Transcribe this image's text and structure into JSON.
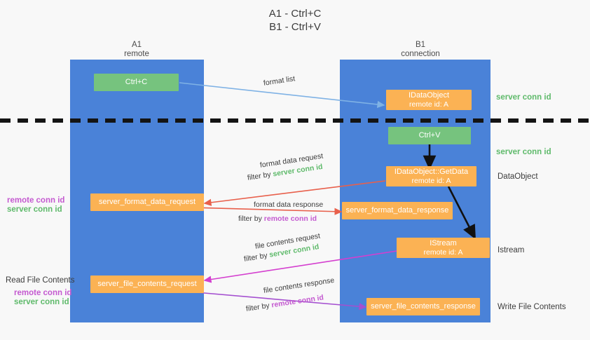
{
  "title": {
    "line1": "A1 - Ctrl+C",
    "line2": "B1 - Ctrl+V"
  },
  "columns": [
    {
      "name": "A1",
      "sub": "remote"
    },
    {
      "name": "B1",
      "sub": "connection"
    }
  ],
  "colors": {
    "lane": "#4a82d8",
    "green_node": "#76c37e",
    "orange_node": "#fbb254",
    "server_conn": "#5fba6b",
    "remote_conn": "#c45ad0",
    "arrow_blue": "#7fb2e5",
    "arrow_red": "#e8604c",
    "arrow_magenta": "#d43fcf",
    "arrow_purple": "#a44fd0",
    "arrow_black": "#111111",
    "divider": "#141414"
  },
  "nodes": {
    "ctrl_c": {
      "label": "Ctrl+C"
    },
    "ctrl_v": {
      "label": "Ctrl+V"
    },
    "idataobject": {
      "line1": "IDataObject",
      "line2": "remote id: A"
    },
    "getdata": {
      "line1": "IDataObject::GetData",
      "line2": "remote id: A"
    },
    "istream": {
      "line1": "IStream",
      "line2": "remote id: A"
    },
    "format_data_request": {
      "label": "server_format_data_request"
    },
    "format_data_response": {
      "label": "server_format_data_response"
    },
    "file_contents_request": {
      "label": "server_file_contents_request"
    },
    "file_contents_response": {
      "label": "server_file_contents_response"
    }
  },
  "right_labels": {
    "server_conn_top": "server conn id",
    "server_conn_mid": "server conn id",
    "dataobject": "DataObject",
    "istream": "Istream",
    "write_file_contents": "Write File Contents"
  },
  "left_labels": {
    "remote_conn_1": "remote conn id",
    "server_conn_1": "server conn id",
    "read_file_contents": "Read File Contents",
    "remote_conn_2": "remote conn id",
    "server_conn_2": "server conn id"
  },
  "edges": {
    "format_list": "format list",
    "format_data_request": "format data request",
    "format_data_request_filter_prefix": "filter by",
    "format_data_request_filter_value": "server conn id",
    "format_data_response": "format data response",
    "format_data_response_filter_prefix": "filter by",
    "format_data_response_filter_value": "remote conn id",
    "file_contents_request": "file contents request",
    "file_contents_request_filter_prefix": "filter by",
    "file_contents_request_filter_value": "server conn id",
    "file_contents_response": "file contents response",
    "file_contents_response_filter_prefix": "filter by",
    "file_contents_response_filter_value": "remote conn id"
  }
}
